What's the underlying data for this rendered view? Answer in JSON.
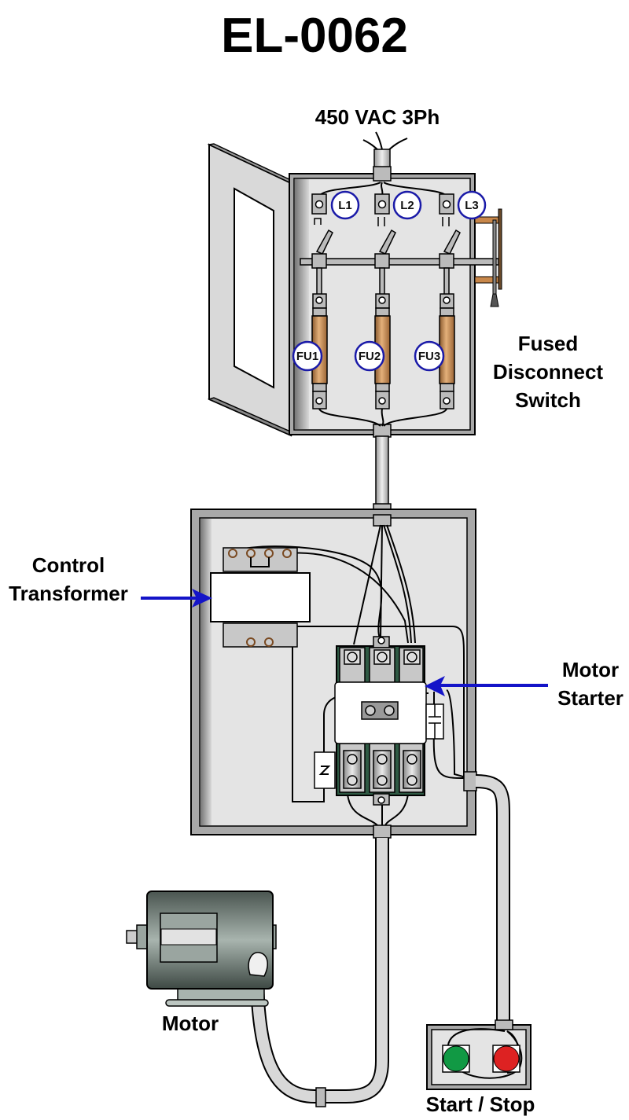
{
  "title": "EL-0062",
  "supply_label": "450 VAC 3Ph",
  "disconnect": {
    "label_lines": [
      "Fused",
      "Disconnect",
      "Switch"
    ],
    "line_tags": [
      "L1",
      "L2",
      "L3"
    ],
    "fuse_tags": [
      "FU1",
      "FU2",
      "FU3"
    ]
  },
  "control_transformer": {
    "label_lines": [
      "Control",
      "Transformer"
    ]
  },
  "motor_starter": {
    "label_lines": [
      "Motor",
      "Starter"
    ]
  },
  "motor": {
    "label": "Motor"
  },
  "station": {
    "label": "Start / Stop",
    "buttons": [
      {
        "name": "start",
        "color": "#119944"
      },
      {
        "name": "stop",
        "color": "#dd2222"
      }
    ]
  },
  "colors": {
    "callout": "#1414c8",
    "tag_ring": "#1a1aa8",
    "fuse": "#c8874a",
    "starter_body": "#2f5a44",
    "enclosure": "#a8a8a8",
    "enclosure_inner": "#e4e4e4"
  }
}
